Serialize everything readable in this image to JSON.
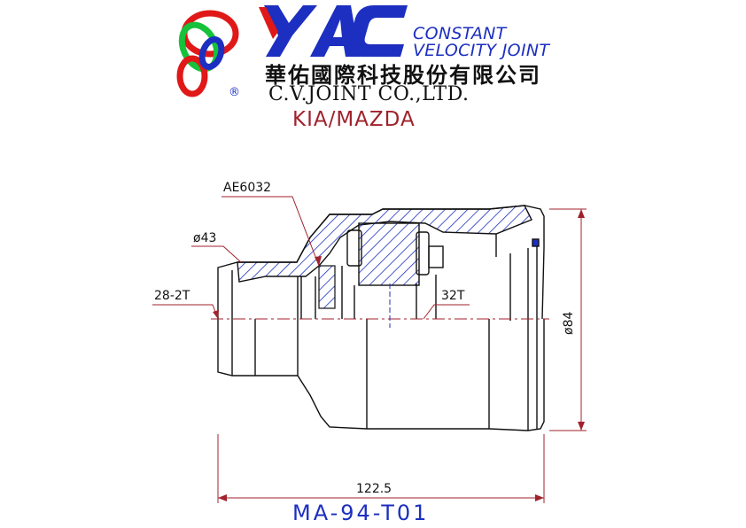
{
  "header": {
    "tagline_line1": "CONSTANT",
    "tagline_line2": "VELOCITY JOINT",
    "company_chinese": "華佑國際科技股份有限公司",
    "company_english": "C.V.JOINT CO.,LTD.",
    "registered_mark": "®",
    "application": "KIA/MAZDA"
  },
  "drawing": {
    "part_number": "MA-94-T01",
    "labels": {
      "abs_code": "AE6032",
      "shaft_diameter": "ø43",
      "outer_spline": "28-2T",
      "inner_spline": "32T",
      "outer_diameter": "ø84",
      "overall_length": "122.5"
    }
  },
  "colors": {
    "brand_blue": "#1c2fc0",
    "label_red": "#a0222c",
    "logo_green": "#16c23a",
    "logo_red": "#e01818",
    "outline": "#111111"
  },
  "icons": {
    "logo": "yac-rings-logo"
  }
}
